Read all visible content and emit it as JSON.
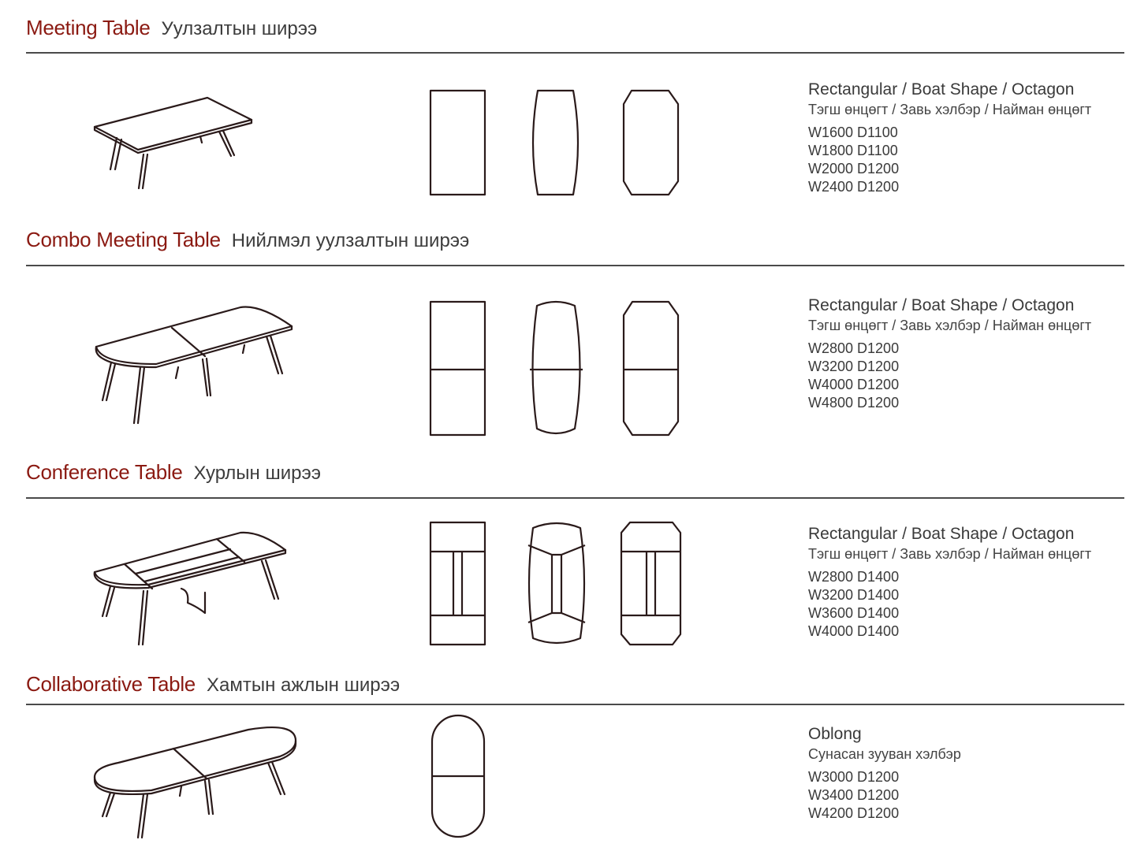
{
  "sections": [
    {
      "title_en": "Meeting Table",
      "title_mn": "Уулзалтын ширээ",
      "shape_en": "Rectangular / Boat Shape / Octagon",
      "shape_mn": "Тэгш өнцөгт / Завь хэлбэр / Найман өнцөгт",
      "dims": [
        "W1600  D1100",
        "W1800  D1100",
        "W2000  D1200",
        "W2400  D1200"
      ]
    },
    {
      "title_en": "Combo Meeting Table",
      "title_mn": "Нийлмэл уулзалтын ширээ",
      "shape_en": "Rectangular / Boat Shape / Octagon",
      "shape_mn": "Тэгш өнцөгт / Завь хэлбэр / Найман өнцөгт",
      "dims": [
        "W2800  D1200",
        "W3200  D1200",
        "W4000  D1200",
        "W4800  D1200"
      ]
    },
    {
      "title_en": "Conference Table",
      "title_mn": "Хурлын ширээ",
      "shape_en": "Rectangular / Boat Shape / Octagon",
      "shape_mn": "Тэгш өнцөгт / Завь хэлбэр / Найман өнцөгт",
      "dims": [
        "W2800  D1400",
        "W3200  D1400",
        "W3600  D1400",
        "W4000  D1400"
      ]
    },
    {
      "title_en": "Collaborative Table",
      "title_mn": "Хамтын ажлын ширээ",
      "shape_en": "Oblong",
      "shape_mn": "Сунасан зууван хэлбэр",
      "dims": [
        "W3000  D1200",
        "W3400  D1200",
        "W4200  D1200"
      ]
    }
  ]
}
